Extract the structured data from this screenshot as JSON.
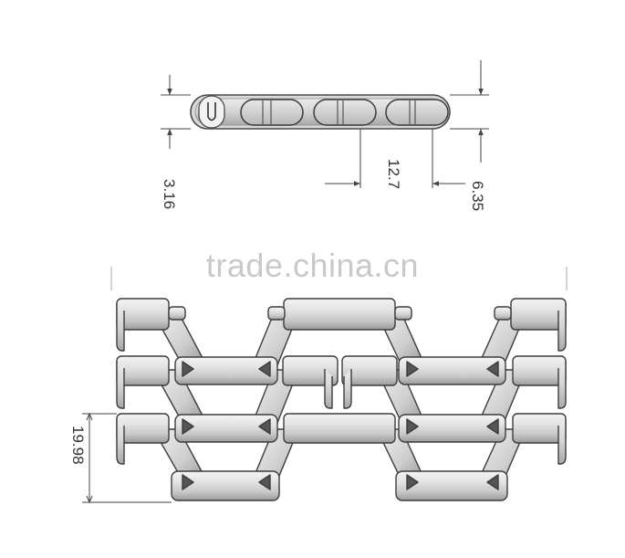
{
  "watermark": "trade.china.cn",
  "dimensions": {
    "thickness": "3.16",
    "pitch": "12.7",
    "half_pitch": "6.35",
    "height": "19.98"
  }
}
